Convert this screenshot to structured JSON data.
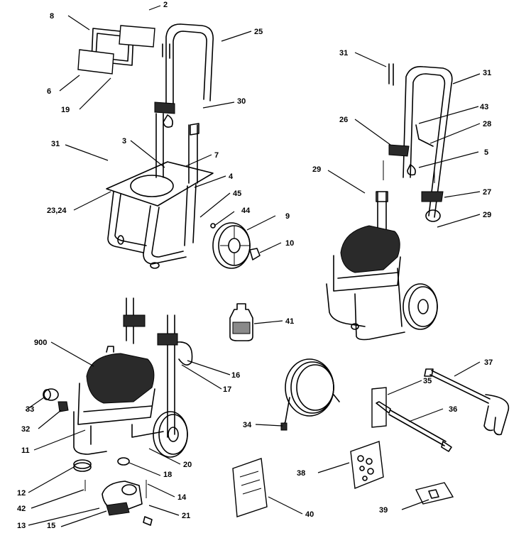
{
  "callouts": [
    {
      "id": "c8",
      "text": "8"
    },
    {
      "id": "c2",
      "text": "2"
    },
    {
      "id": "c25",
      "text": "25"
    },
    {
      "id": "c6",
      "text": "6"
    },
    {
      "id": "c19",
      "text": "19"
    },
    {
      "id": "c30",
      "text": "30"
    },
    {
      "id": "c31a",
      "text": "31"
    },
    {
      "id": "c3",
      "text": "3"
    },
    {
      "id": "c7",
      "text": "7"
    },
    {
      "id": "c4",
      "text": "4"
    },
    {
      "id": "c2324",
      "text": "23,24"
    },
    {
      "id": "c45",
      "text": "45"
    },
    {
      "id": "c44",
      "text": "44"
    },
    {
      "id": "c9",
      "text": "9"
    },
    {
      "id": "c10",
      "text": "10"
    },
    {
      "id": "c31b",
      "text": "31"
    },
    {
      "id": "c31c",
      "text": "31"
    },
    {
      "id": "c43",
      "text": "43"
    },
    {
      "id": "c26",
      "text": "26"
    },
    {
      "id": "c28",
      "text": "28"
    },
    {
      "id": "c5",
      "text": "5"
    },
    {
      "id": "c29a",
      "text": "29"
    },
    {
      "id": "c27",
      "text": "27"
    },
    {
      "id": "c29b",
      "text": "29"
    },
    {
      "id": "c41",
      "text": "41"
    },
    {
      "id": "c900",
      "text": "900"
    },
    {
      "id": "c16",
      "text": "16"
    },
    {
      "id": "c17",
      "text": "17"
    },
    {
      "id": "c37",
      "text": "37"
    },
    {
      "id": "c35",
      "text": "35"
    },
    {
      "id": "c36",
      "text": "36"
    },
    {
      "id": "c33",
      "text": "33"
    },
    {
      "id": "c32",
      "text": "32"
    },
    {
      "id": "c34",
      "text": "34"
    },
    {
      "id": "c11",
      "text": "11"
    },
    {
      "id": "c20",
      "text": "20"
    },
    {
      "id": "c18",
      "text": "18"
    },
    {
      "id": "c38",
      "text": "38"
    },
    {
      "id": "c12",
      "text": "12"
    },
    {
      "id": "c14",
      "text": "14"
    },
    {
      "id": "c42",
      "text": "42"
    },
    {
      "id": "c21",
      "text": "21"
    },
    {
      "id": "c13",
      "text": "13"
    },
    {
      "id": "c15",
      "text": "15"
    },
    {
      "id": "c40",
      "text": "40"
    },
    {
      "id": "c39",
      "text": "39"
    }
  ]
}
